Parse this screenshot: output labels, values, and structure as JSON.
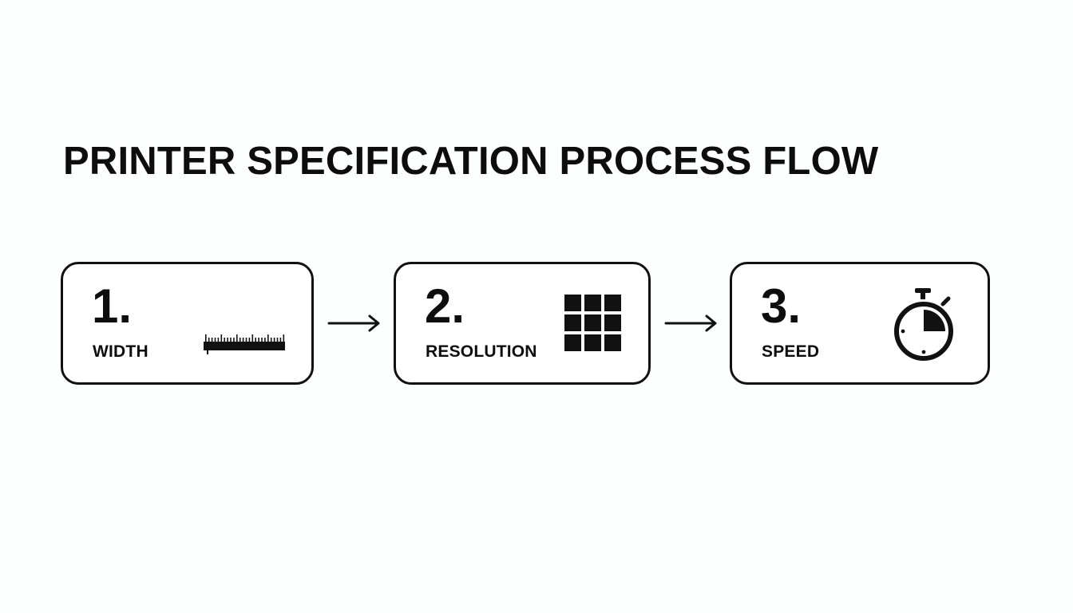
{
  "title": "PRINTER SPECIFICATION PROCESS FLOW",
  "steps": [
    {
      "number": "1.",
      "label": "WIDTH",
      "icon": "ruler-icon"
    },
    {
      "number": "2.",
      "label": "RESOLUTION",
      "icon": "grid-icon"
    },
    {
      "number": "3.",
      "label": "SPEED",
      "icon": "stopwatch-icon"
    }
  ],
  "connectors": [
    {
      "from": "WIDTH",
      "to": "RESOLUTION",
      "icon": "arrow-right-icon"
    },
    {
      "from": "RESOLUTION",
      "to": "SPEED",
      "icon": "arrow-right-icon"
    }
  ],
  "colors": {
    "ink": "#0d0d0d",
    "background": "#fdfefe"
  }
}
